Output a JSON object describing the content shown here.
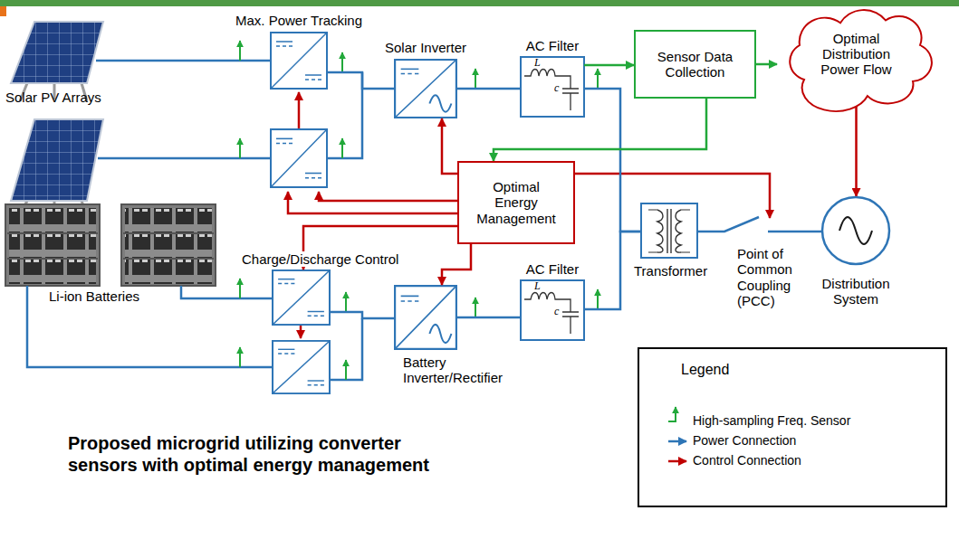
{
  "diagram": {
    "caption": "Proposed microgrid utilizing converter sensors with optimal energy management",
    "nodes": [
      {
        "text": [
          "Max. Power Tracking"
        ]
      },
      {
        "text": [
          "Solar Inverter"
        ]
      },
      {
        "text": [
          "AC Filter"
        ]
      },
      {
        "text": [
          "Sensor Data Collection"
        ]
      },
      {
        "text": [
          "Optimal Distribution Power Flow"
        ]
      },
      {
        "text": [
          "Optimal Energy Management"
        ]
      },
      {
        "text": [
          "Charge/Discharge Control"
        ]
      },
      {
        "text": [
          "Battery Inverter/Rectifier"
        ]
      },
      {
        "text": [
          "AC Filter"
        ]
      },
      {
        "text": [
          "Transformer"
        ]
      },
      {
        "text": [
          "Distribution System"
        ]
      }
    ],
    "edges": [
      {
        "from": 0,
        "to": 1,
        "arrow": "none"
      },
      {
        "from": 1,
        "to": 2,
        "arrow": "none"
      },
      {
        "from": 2,
        "to": 9,
        "arrow": "none"
      },
      {
        "from": 2,
        "to": 3,
        "arrow": "to"
      },
      {
        "from": 3,
        "to": 4,
        "arrow": "to"
      },
      {
        "from": 3,
        "to": 5,
        "arrow": "to"
      },
      {
        "from": 4,
        "to": 10,
        "arrow": "to"
      },
      {
        "from": 8,
        "to": 9,
        "arrow": "none"
      },
      {
        "from": 5,
        "to": 1,
        "arrow": "to"
      },
      {
        "from": 5,
        "to": 6,
        "arrow": "to"
      },
      {
        "from": 5,
        "to": 7,
        "arrow": "to"
      },
      {
        "from": 6,
        "to": 7,
        "arrow": "none"
      },
      {
        "from": 7,
        "to": 8,
        "arrow": "none"
      },
      {
        "from": 9,
        "to": 10,
        "arrow": "none"
      }
    ],
    "labels": [
      "Solar PV Arrays",
      "L",
      "c",
      "Li-ion Batteries",
      "L",
      "c",
      "Point of Common Coupling (PCC)",
      "Legend"
    ],
    "legend": [
      {
        "text": "High-sampling Freq. Sensor"
      },
      {
        "text": "Power Connection"
      },
      {
        "text": "Control Connection"
      }
    ]
  }
}
